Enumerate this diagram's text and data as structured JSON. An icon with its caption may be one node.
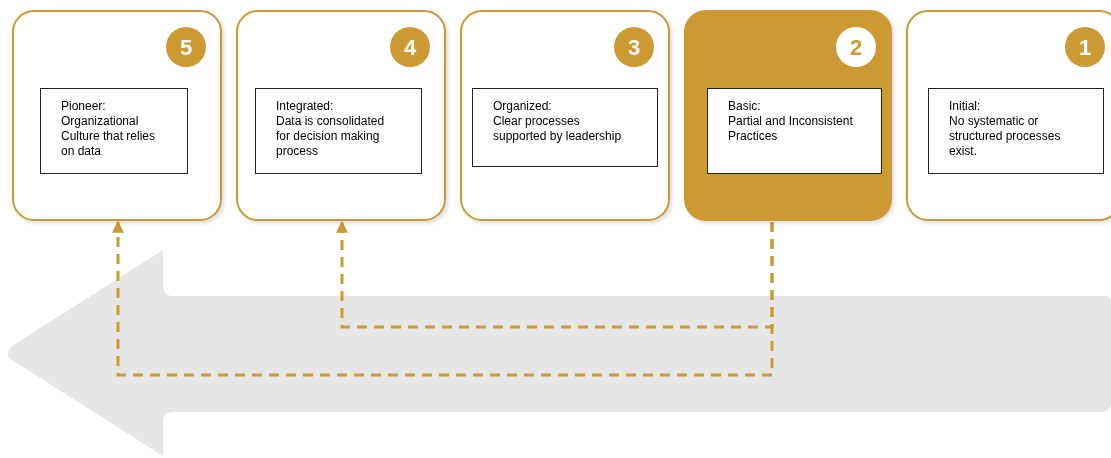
{
  "diagram": {
    "nodes": [
      {
        "text": [
          "5"
        ]
      },
      {
        "text": [
          "Pioneer:",
          "Organizational Culture that relies on data"
        ],
        "in": 0
      },
      {
        "text": [
          "4"
        ]
      },
      {
        "text": [
          "Integrated:",
          "Data is consolidated for decision making process"
        ],
        "in": 2
      },
      {
        "text": [
          "3"
        ]
      },
      {
        "text": [
          "Organized:",
          "Clear processes supported by leadership"
        ],
        "in": 4
      },
      {
        "text": [
          "2"
        ]
      },
      {
        "text": [
          "Basic:",
          "Partial and Inconsistent Practices"
        ],
        "in": 6
      },
      {
        "text": [
          "1"
        ]
      },
      {
        "text": [
          "Initial:",
          "No systematic or structured processes exist."
        ],
        "in": 8
      }
    ],
    "edges": [
      {
        "from": 6,
        "to": 0,
        "arrow": "to",
        "style": "dashed"
      },
      {
        "from": 6,
        "to": 2,
        "arrow": "to",
        "style": "dashed"
      }
    ]
  }
}
